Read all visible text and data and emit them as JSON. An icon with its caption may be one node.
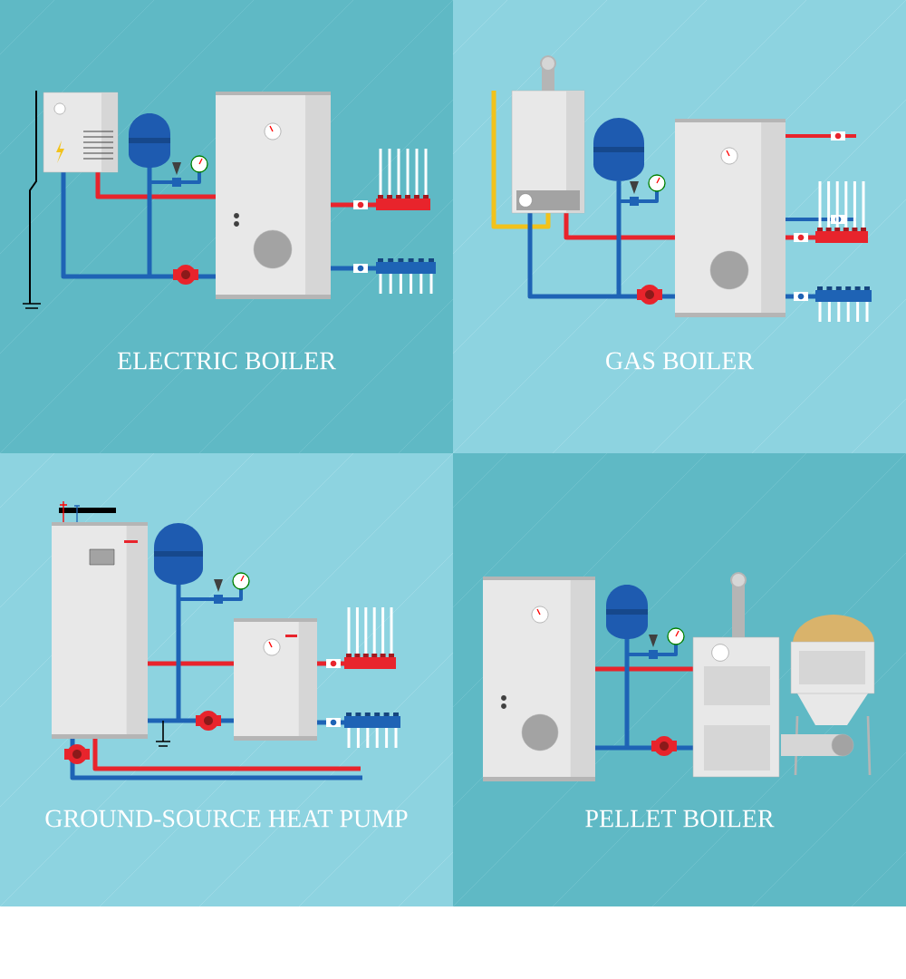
{
  "diagram": {
    "labels": [
      "ELECTRIC BOILER",
      "GAS BOILER",
      "GROUND-SOURCE HEAT PUMP",
      "PELLET BOILER"
    ]
  }
}
